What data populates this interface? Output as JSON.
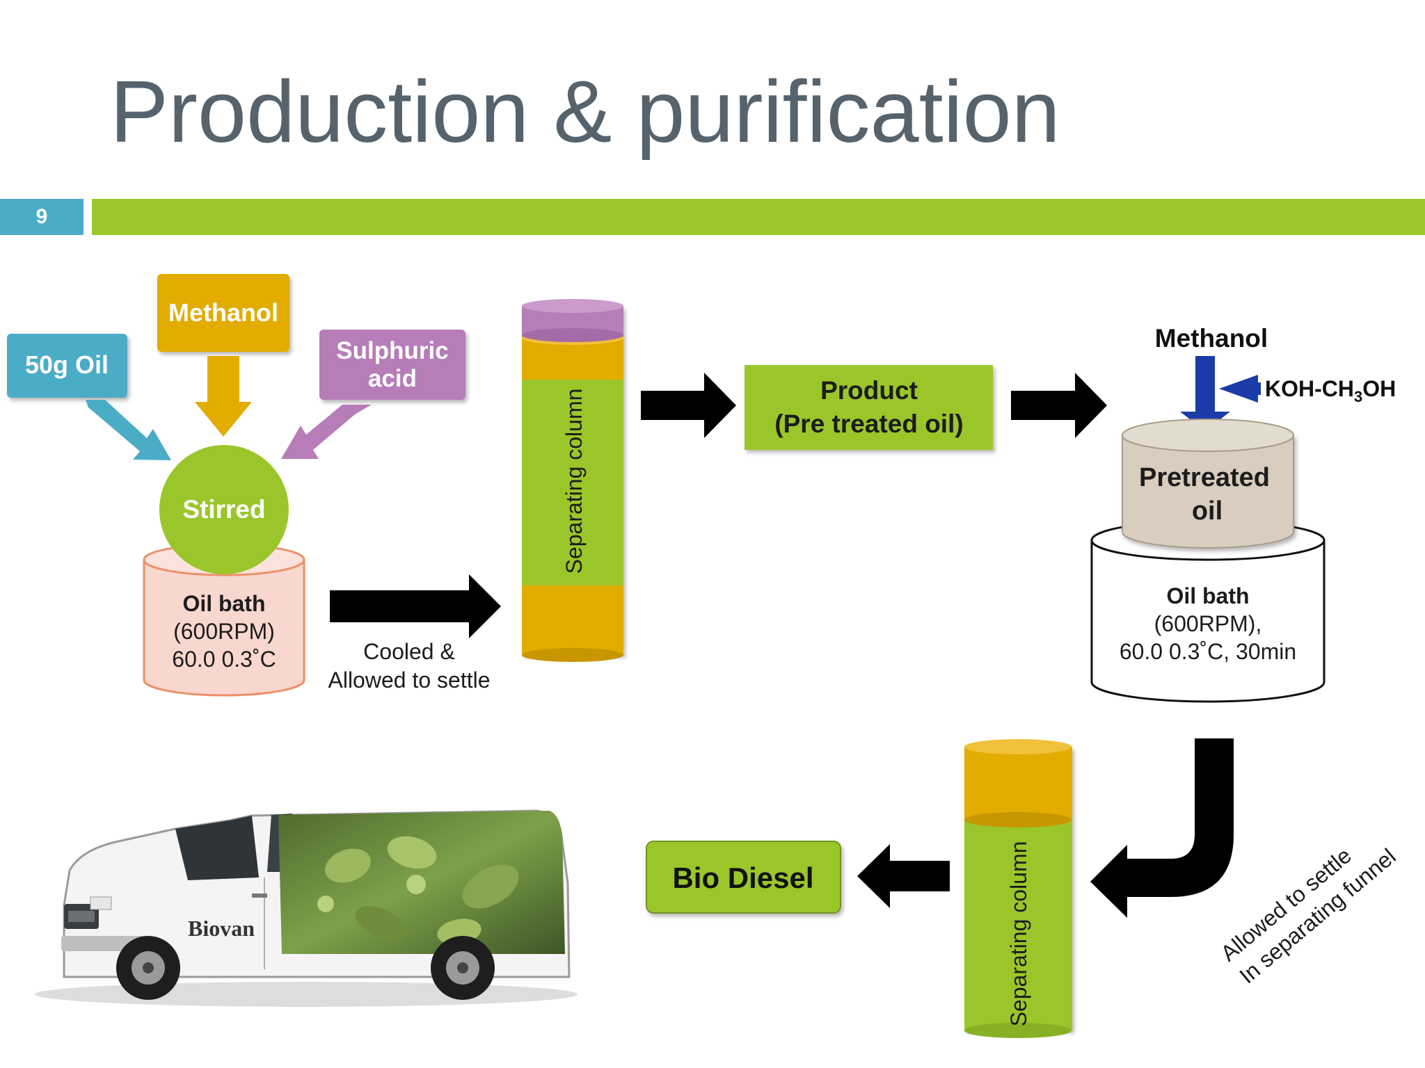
{
  "slide": {
    "title": "Production & purification",
    "number": "9"
  },
  "inputs": {
    "oil": "50g Oil",
    "methanol": "Methanol",
    "acid_line1": "Sulphuric",
    "acid_line2": "acid"
  },
  "stirred": "Stirred",
  "oil_bath_1": {
    "line1": "Oil bath",
    "line2": "(600RPM)",
    "line3": "60.0  0.3˚C"
  },
  "arrow_label_1": {
    "line1": "Cooled &",
    "line2": "Allowed to settle"
  },
  "separating_column_label": "Separating column",
  "product": {
    "line1": "Product",
    "line2": "(Pre treated oil)"
  },
  "stage2": {
    "methanol": "Methanol",
    "catalyst_main": "KOH-CH",
    "catalyst_sub": "3",
    "catalyst_end": "OH",
    "pretreated_line1": "Pretreated",
    "pretreated_line2": "oil",
    "bath_line1": "Oil bath",
    "bath_line2": "(600RPM),",
    "bath_line3": "60.0  0.3˚C, 30min"
  },
  "settle_label": {
    "line1": "Allowed to settle",
    "line2": "In separating funnel"
  },
  "bio_diesel": "Bio Diesel",
  "van_text": "Biovan",
  "colors": {
    "teal": "#4bacc6",
    "amber": "#e2ac00",
    "purple": "#b67db9",
    "green": "#9bc62b",
    "bath_pink": "#f8d7cf",
    "bath_border": "#ec8f69",
    "pretreated_fill": "#d8cdbe",
    "title_gray": "#56636d",
    "blue_arrow": "#1a3ca8"
  }
}
